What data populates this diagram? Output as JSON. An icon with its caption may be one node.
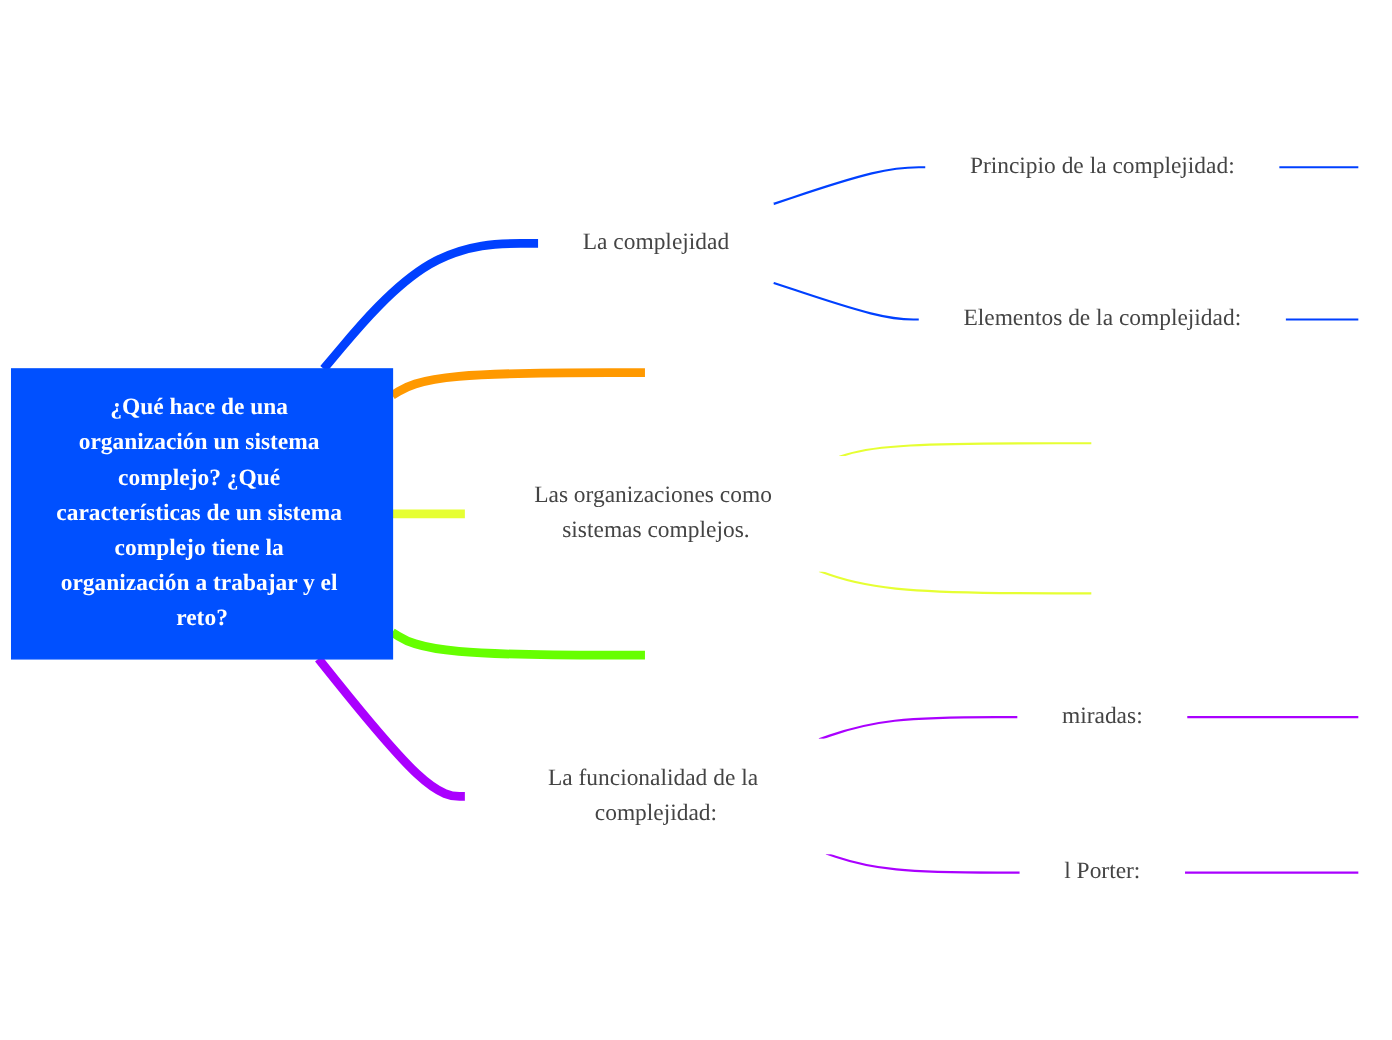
{
  "diagram": {
    "nodes": [
      {
        "text": [
          "¿Qué hace de una organización un sistema complejo? ¿Qué características de un sistema complejo tiene la organización a trabajar y el reto?"
        ]
      },
      {
        "text": [
          "La complejidad"
        ]
      },
      {
        "text": [
          "Principio de la complejidad:"
        ]
      },
      {
        "text": [
          "Elementos de la complejidad:"
        ]
      },
      {
        "text": [
          "Las organizaciones como sistemas complejos."
        ]
      },
      {
        "text": [
          "La funcionalidad de la complejidad:"
        ]
      },
      {
        "text": [
          "miradas:"
        ]
      },
      {
        "text": [
          "l Porter:"
        ]
      }
    ],
    "edges": [
      {
        "from": 0,
        "to": 1,
        "arrow": "none",
        "style": "thick",
        "color": "#0040ff"
      },
      {
        "from": 1,
        "to": 2,
        "arrow": "none",
        "color": "#0040ff"
      },
      {
        "from": 1,
        "to": 3,
        "arrow": "none",
        "color": "#0040ff"
      },
      {
        "from": 0,
        "to": null,
        "arrow": "none",
        "style": "thick",
        "color": "#ff9900"
      },
      {
        "from": 0,
        "to": 4,
        "arrow": "none",
        "style": "thick",
        "color": "#e6ff33"
      },
      {
        "from": 0,
        "to": null,
        "arrow": "none",
        "style": "thick",
        "color": "#66ff00"
      },
      {
        "from": 0,
        "to": 5,
        "arrow": "none",
        "style": "thick",
        "color": "#aa00ff"
      },
      {
        "from": 5,
        "to": 6,
        "arrow": "none",
        "color": "#aa00ff"
      },
      {
        "from": 5,
        "to": 7,
        "arrow": "none",
        "color": "#aa00ff"
      },
      {
        "from": 2,
        "to": null,
        "arrow": "none",
        "color": "#0040ff"
      },
      {
        "from": 3,
        "to": null,
        "arrow": "none",
        "color": "#0040ff"
      },
      {
        "from": 4,
        "to": null,
        "arrow": "none",
        "color": "#e6ff33"
      },
      {
        "from": 4,
        "to": null,
        "arrow": "none",
        "color": "#e6ff33"
      },
      {
        "from": 6,
        "to": null,
        "arrow": "none",
        "color": "#aa00ff"
      },
      {
        "from": 7,
        "to": null,
        "arrow": "none",
        "color": "#aa00ff"
      }
    ]
  }
}
